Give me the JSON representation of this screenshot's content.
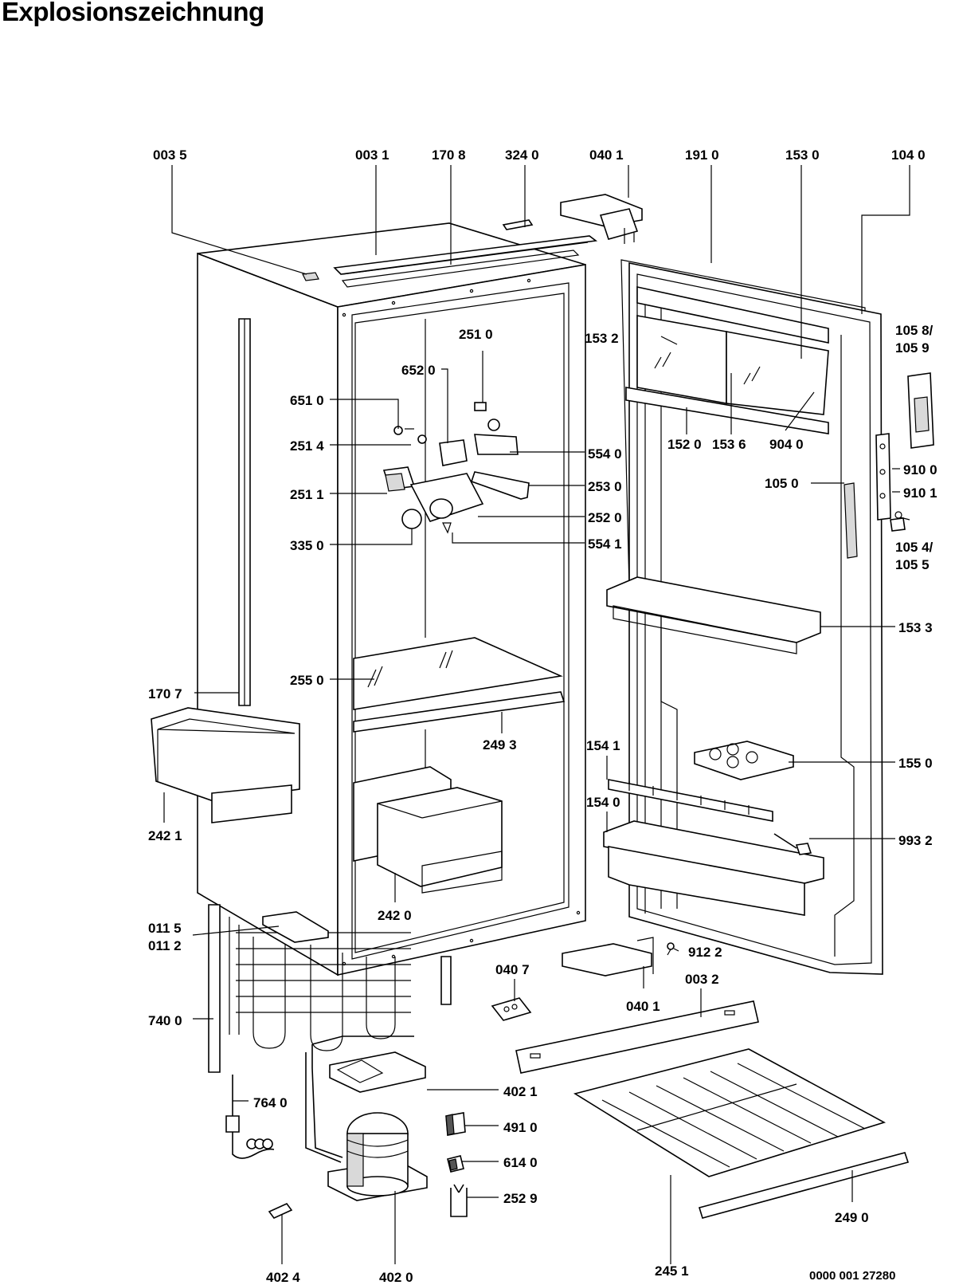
{
  "title": "Explosionszeichnung",
  "document_number": "0000 001 27280",
  "callouts": [
    {
      "id": "c0035",
      "label": "003 5"
    },
    {
      "id": "c0031",
      "label": "003 1"
    },
    {
      "id": "c1708",
      "label": "170 8"
    },
    {
      "id": "c3240",
      "label": "324 0"
    },
    {
      "id": "c0401",
      "label": "040 1"
    },
    {
      "id": "c1910",
      "label": "191 0"
    },
    {
      "id": "c1530",
      "label": "153 0"
    },
    {
      "id": "c1040",
      "label": "104 0"
    },
    {
      "id": "c2510",
      "label": "251 0"
    },
    {
      "id": "c1532",
      "label": "153 2"
    },
    {
      "id": "c1058",
      "label": "105 8/"
    },
    {
      "id": "c1059",
      "label": "105 9"
    },
    {
      "id": "c6520",
      "label": "652 0"
    },
    {
      "id": "c6510",
      "label": "651 0"
    },
    {
      "id": "c2514",
      "label": "251 4"
    },
    {
      "id": "c5540",
      "label": "554 0"
    },
    {
      "id": "c1520",
      "label": "152 0"
    },
    {
      "id": "c1536",
      "label": "153 6"
    },
    {
      "id": "c9040",
      "label": "904 0"
    },
    {
      "id": "c9100",
      "label": "910 0"
    },
    {
      "id": "c2511",
      "label": "251 1"
    },
    {
      "id": "c2530",
      "label": "253 0"
    },
    {
      "id": "c1050",
      "label": "105 0"
    },
    {
      "id": "c9101",
      "label": "910 1"
    },
    {
      "id": "c2520",
      "label": "252 0"
    },
    {
      "id": "c3350",
      "label": "335 0"
    },
    {
      "id": "c5541",
      "label": "554 1"
    },
    {
      "id": "c1054",
      "label": "105 4/"
    },
    {
      "id": "c1055",
      "label": "105 5"
    },
    {
      "id": "c1533",
      "label": "153 3"
    },
    {
      "id": "c2550",
      "label": "255 0"
    },
    {
      "id": "c1707",
      "label": "170 7"
    },
    {
      "id": "c2493",
      "label": "249 3"
    },
    {
      "id": "c1541",
      "label": "154 1"
    },
    {
      "id": "c1550",
      "label": "155 0"
    },
    {
      "id": "c1540",
      "label": "154 0"
    },
    {
      "id": "c2421",
      "label": "242 1"
    },
    {
      "id": "c9932",
      "label": "993 2"
    },
    {
      "id": "c2420",
      "label": "242 0"
    },
    {
      "id": "c0115",
      "label": "011 5"
    },
    {
      "id": "c0112",
      "label": "011 2"
    },
    {
      "id": "c9122",
      "label": "912 2"
    },
    {
      "id": "c0407",
      "label": "040 7"
    },
    {
      "id": "c0032",
      "label": "003 2"
    },
    {
      "id": "c0401b",
      "label": "040 1"
    },
    {
      "id": "c7400",
      "label": "740 0"
    },
    {
      "id": "c4021",
      "label": "402 1"
    },
    {
      "id": "c7640",
      "label": "764 0"
    },
    {
      "id": "c4910",
      "label": "491 0"
    },
    {
      "id": "c6140",
      "label": "614 0"
    },
    {
      "id": "c2529",
      "label": "252 9"
    },
    {
      "id": "c2490",
      "label": "249 0"
    },
    {
      "id": "c4024",
      "label": "402 4"
    },
    {
      "id": "c4020",
      "label": "402 0"
    },
    {
      "id": "c2451",
      "label": "245 1"
    }
  ]
}
